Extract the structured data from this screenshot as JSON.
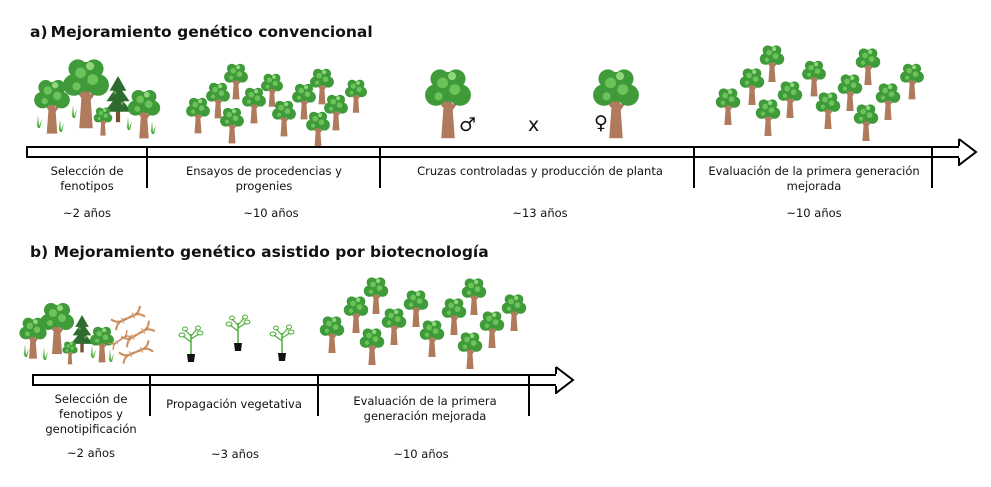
{
  "section_a": {
    "heading": "a) Mejoramiento genético convencional",
    "stages": [
      {
        "label": "Selección de fenotipos",
        "duration": "~2 años"
      },
      {
        "label": "Ensayos de procedencias y progenies",
        "duration": "~10 años"
      },
      {
        "label": "Cruzas controladas y producción de planta",
        "duration": "~13 años"
      },
      {
        "label": "Evaluación de la primera generación mejorada",
        "duration": "~10 años"
      }
    ],
    "cross": {
      "male_symbol": "♂",
      "times": "x",
      "female_symbol": "♀"
    }
  },
  "section_b": {
    "heading": "b) Mejoramiento genético asistido por biotecnología",
    "stages": [
      {
        "label": "Selección de fenotipos y genotipificación",
        "duration": "~2 años"
      },
      {
        "label": "Propagación vegetativa",
        "duration": "~3 años"
      },
      {
        "label": "Evaluación de la primera generación mejorada",
        "duration": "~10 años"
      }
    ]
  },
  "colors": {
    "foliage": "#3f9a3a",
    "foliage_light": "#6cc35a",
    "trunk": "#b07a5c",
    "pine": "#2e6b2e",
    "grass": "#4fae3a",
    "dna": "#c98a5a",
    "pot": "#111111"
  },
  "icons": [
    "deciduous-tree-icon",
    "pine-tree-icon",
    "grass-tuft-icon",
    "dna-helix-icon",
    "seedling-pot-icon"
  ]
}
